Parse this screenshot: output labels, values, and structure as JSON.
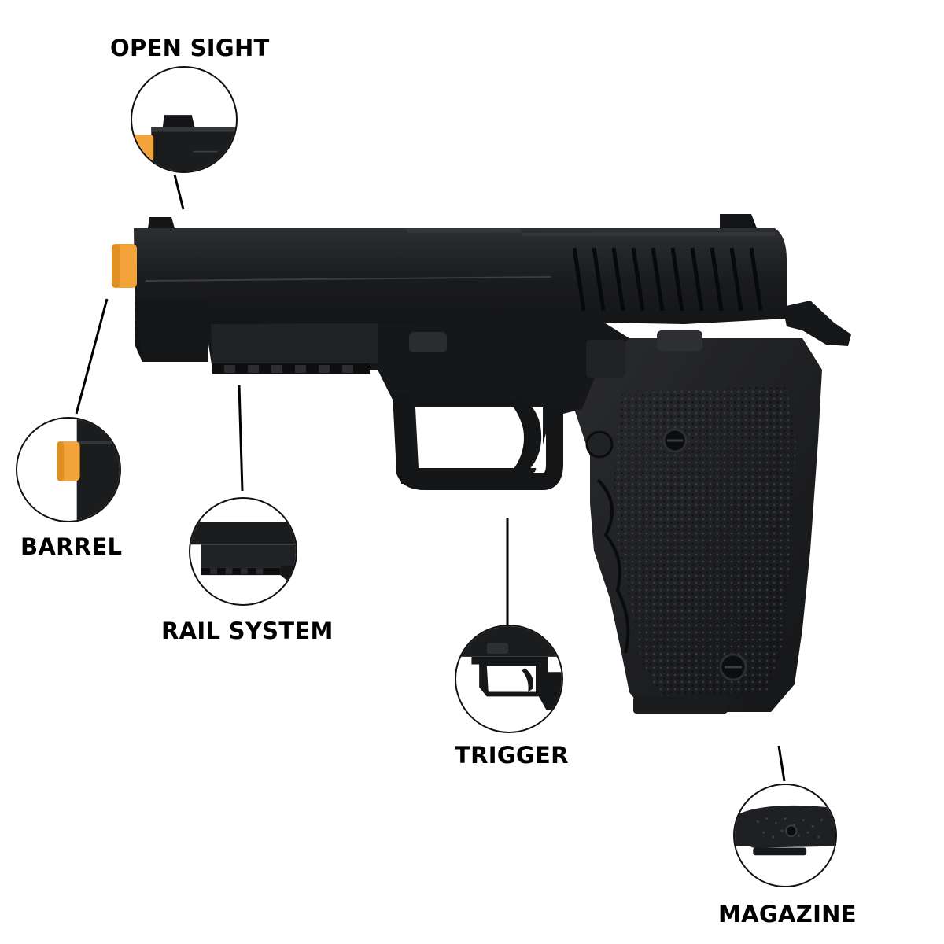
{
  "labels": {
    "open_sight": "OPEN SIGHT",
    "barrel": "BARREL",
    "rail_system": "RAIL SYSTEM",
    "trigger": "TRIGGER",
    "magazine": "MAGAZINE"
  },
  "colors": {
    "gun_body": "#1b1c1e",
    "gun_dark": "#0e0f10",
    "gun_highlight": "#3a3c40",
    "orange_tip": "#f2a33a",
    "callout_ring": "#111111",
    "background": "#ffffff"
  }
}
